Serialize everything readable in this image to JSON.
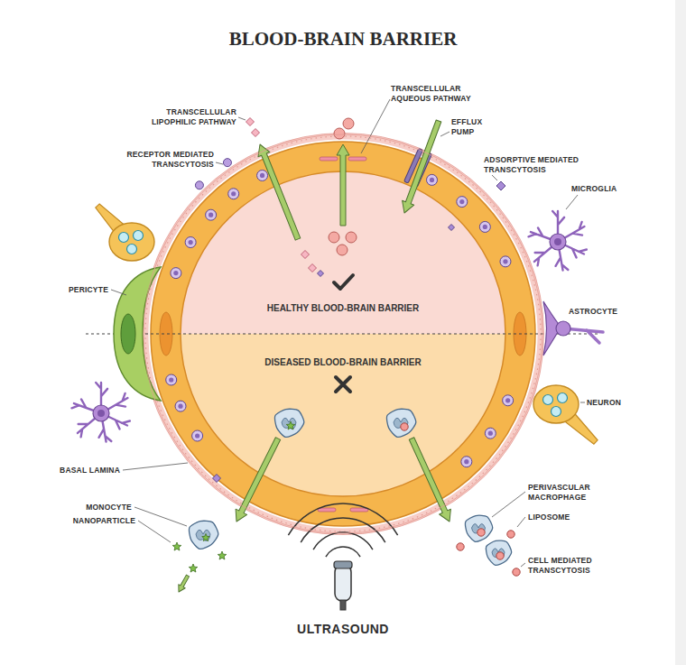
{
  "diagram": {
    "title": "BLOOD-BRAIN BARRIER",
    "nodes": [
      {
        "text": [
          "HEALTHY BLOOD-BRAIN BARRIER",
          "DISEASED BLOOD-BRAIN BARRIER"
        ]
      }
    ],
    "labels": [
      "TRANSCELLULAR LIPOPHILIC PATHWAY",
      "TRANSCELLULAR AQUEOUS PATHWAY",
      "EFFLUX PUMP",
      "RECEPTOR MEDIATED TRANSCYTOSIS",
      "ADSORPTIVE MEDIATED TRANSCYTOSIS",
      "MICROGLIA",
      "PERICYTE",
      "ASTROCYTE",
      "NEURON",
      "BASAL LAMINA",
      "MONOCYTE",
      "NANOPARTICLE",
      "PERIVASCULAR MACROPHAGE",
      "LIPOSOME",
      "CELL MEDIATED TRANSCYTOSIS",
      "ULTRASOUND"
    ]
  }
}
